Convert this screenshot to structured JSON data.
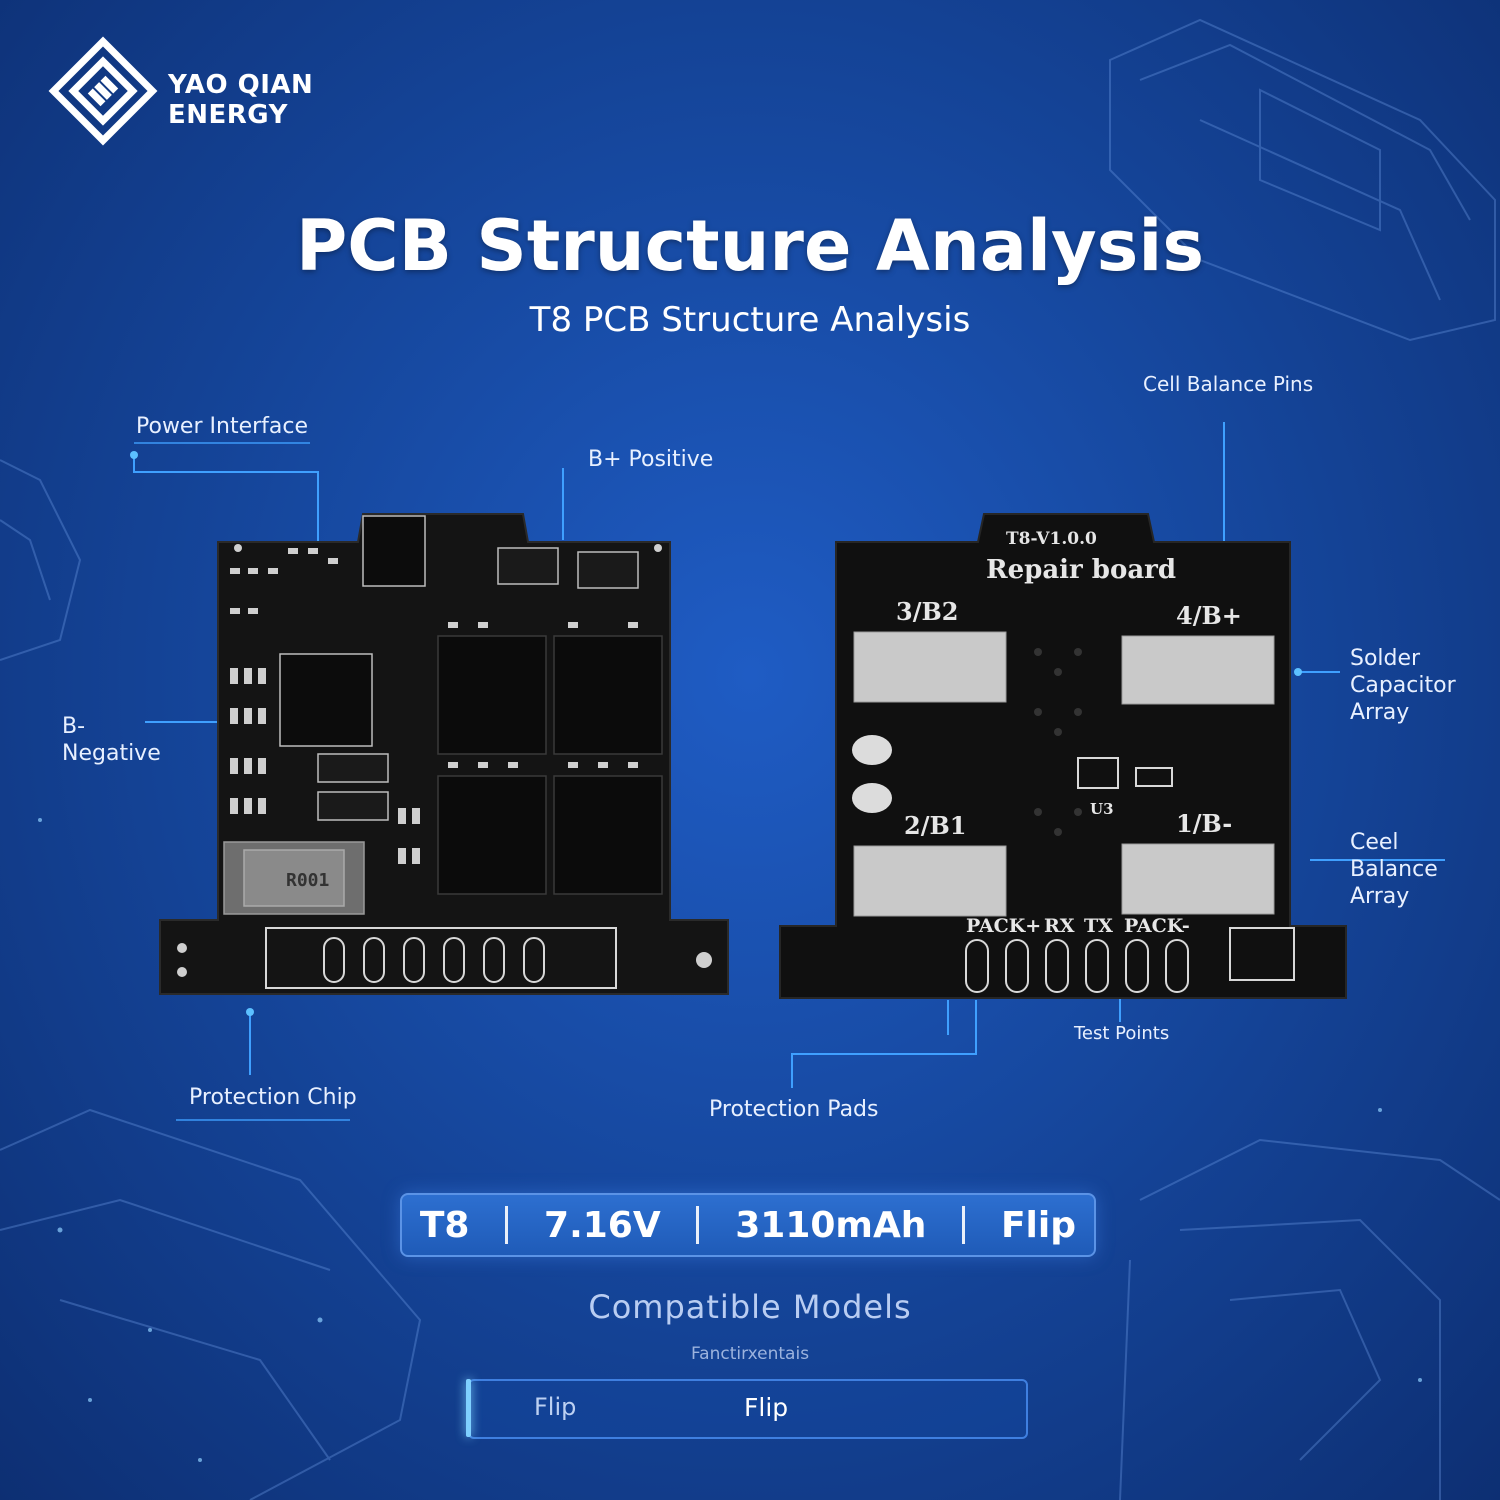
{
  "brand": {
    "name_line1": "YAO QIAN",
    "name_line2": "ENERGY"
  },
  "header": {
    "title": "PCB Structure Analysis",
    "subtitle": "T8 PCB Structure Analysis"
  },
  "callouts": {
    "power_interface": "Power Interface",
    "b_positive": "B+ Positive",
    "b_negative": "B-\nNegative",
    "protection_chip": "Protection Chip",
    "cell_balance_pins": "Cell Balance Pins",
    "solder_capacitor_array": "Solder\nCapacitor\nArray",
    "cell_balance_array": "Ceel\nBalance\nArray",
    "test_points": "Test Points",
    "protection_pads": "Protection Pads"
  },
  "board_back": {
    "version": "T8-V1.0.0",
    "name": "Repair board",
    "pads": [
      "3/B2",
      "4/B+",
      "2/B1",
      "1/B-"
    ],
    "connector": [
      "PACK+",
      "RX",
      "TX",
      "PACK-"
    ],
    "chip_label": "U3"
  },
  "board_front": {
    "inductor_label": "R001"
  },
  "specs": {
    "model": "T8",
    "voltage": "7.16V",
    "capacity": "3110mAh",
    "type": "Flip"
  },
  "compatible": {
    "title": "Compatible Models",
    "subtitle": "Fanctirxentais",
    "model_a": "Flip",
    "model_b": "Flip"
  },
  "colors": {
    "accent": "#3fa0ff",
    "background": "#16489f",
    "board": "#111111"
  }
}
